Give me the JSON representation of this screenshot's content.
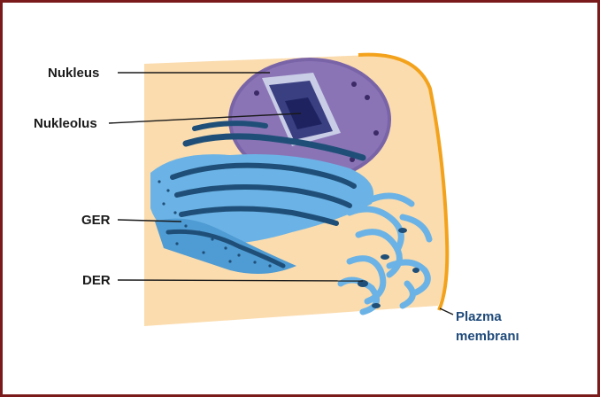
{
  "labels": {
    "nucleus": "Nukleus",
    "nucleolus": "Nukleolus",
    "rough_er": "GER",
    "smooth_er": "DER",
    "plasma_membrane_line1": "Plazma",
    "plasma_membrane_line2": "membranı"
  },
  "colors": {
    "frame_border": "#7a1a1a",
    "cytoplasm": "#fbdcae",
    "membrane": "#f3a21c",
    "nucleus": "#7a64a8",
    "er_light": "#6bb3e6",
    "er_dark": "#1f4f78"
  }
}
